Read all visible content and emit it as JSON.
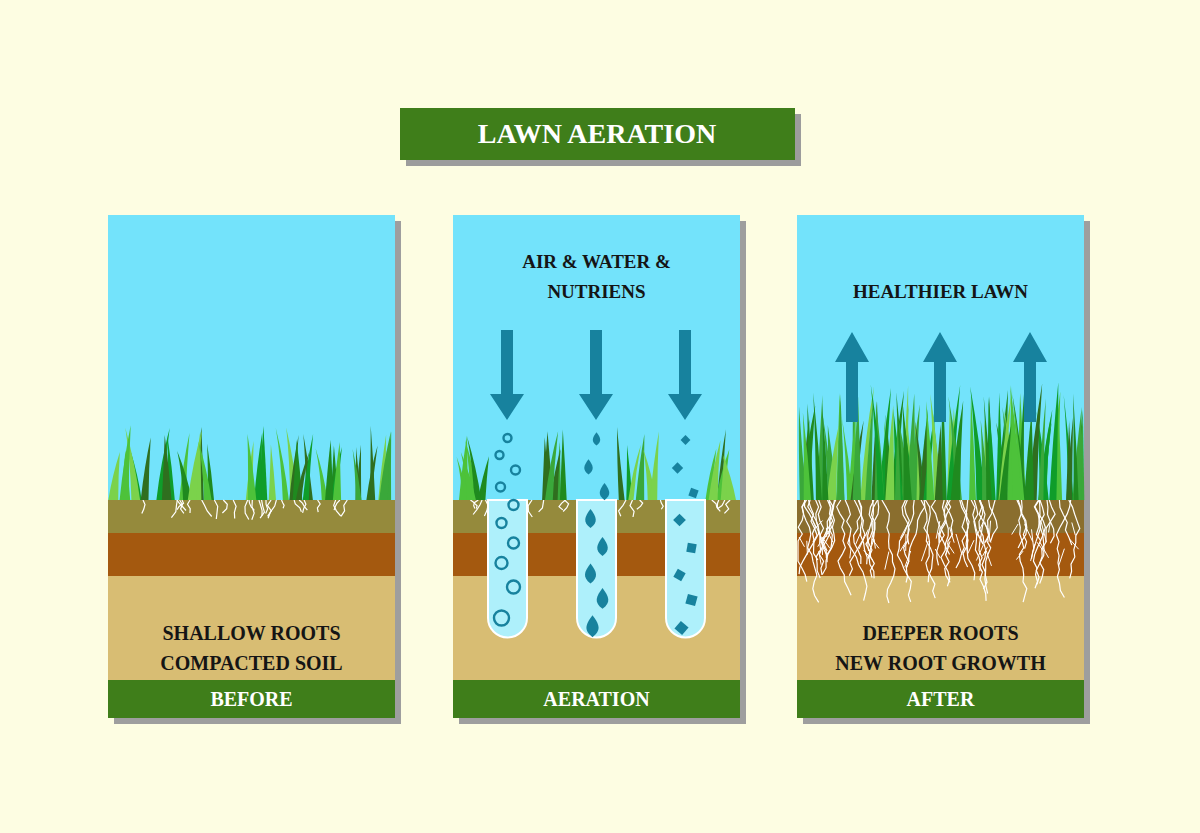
{
  "diagram": {
    "title": "LAWN AERATION",
    "nodes": [
      {
        "text": [
          "SHALLOW ROOTS",
          "COMPACTED SOIL",
          "BEFORE"
        ]
      },
      {
        "text": [
          "AIR & WATER & NUTRIENS",
          "AERATION"
        ]
      },
      {
        "text": [
          "HEALTHIER LAWN",
          "DEEPER ROOTS",
          "NEW ROOT GROWTH",
          "AFTER"
        ]
      }
    ]
  }
}
